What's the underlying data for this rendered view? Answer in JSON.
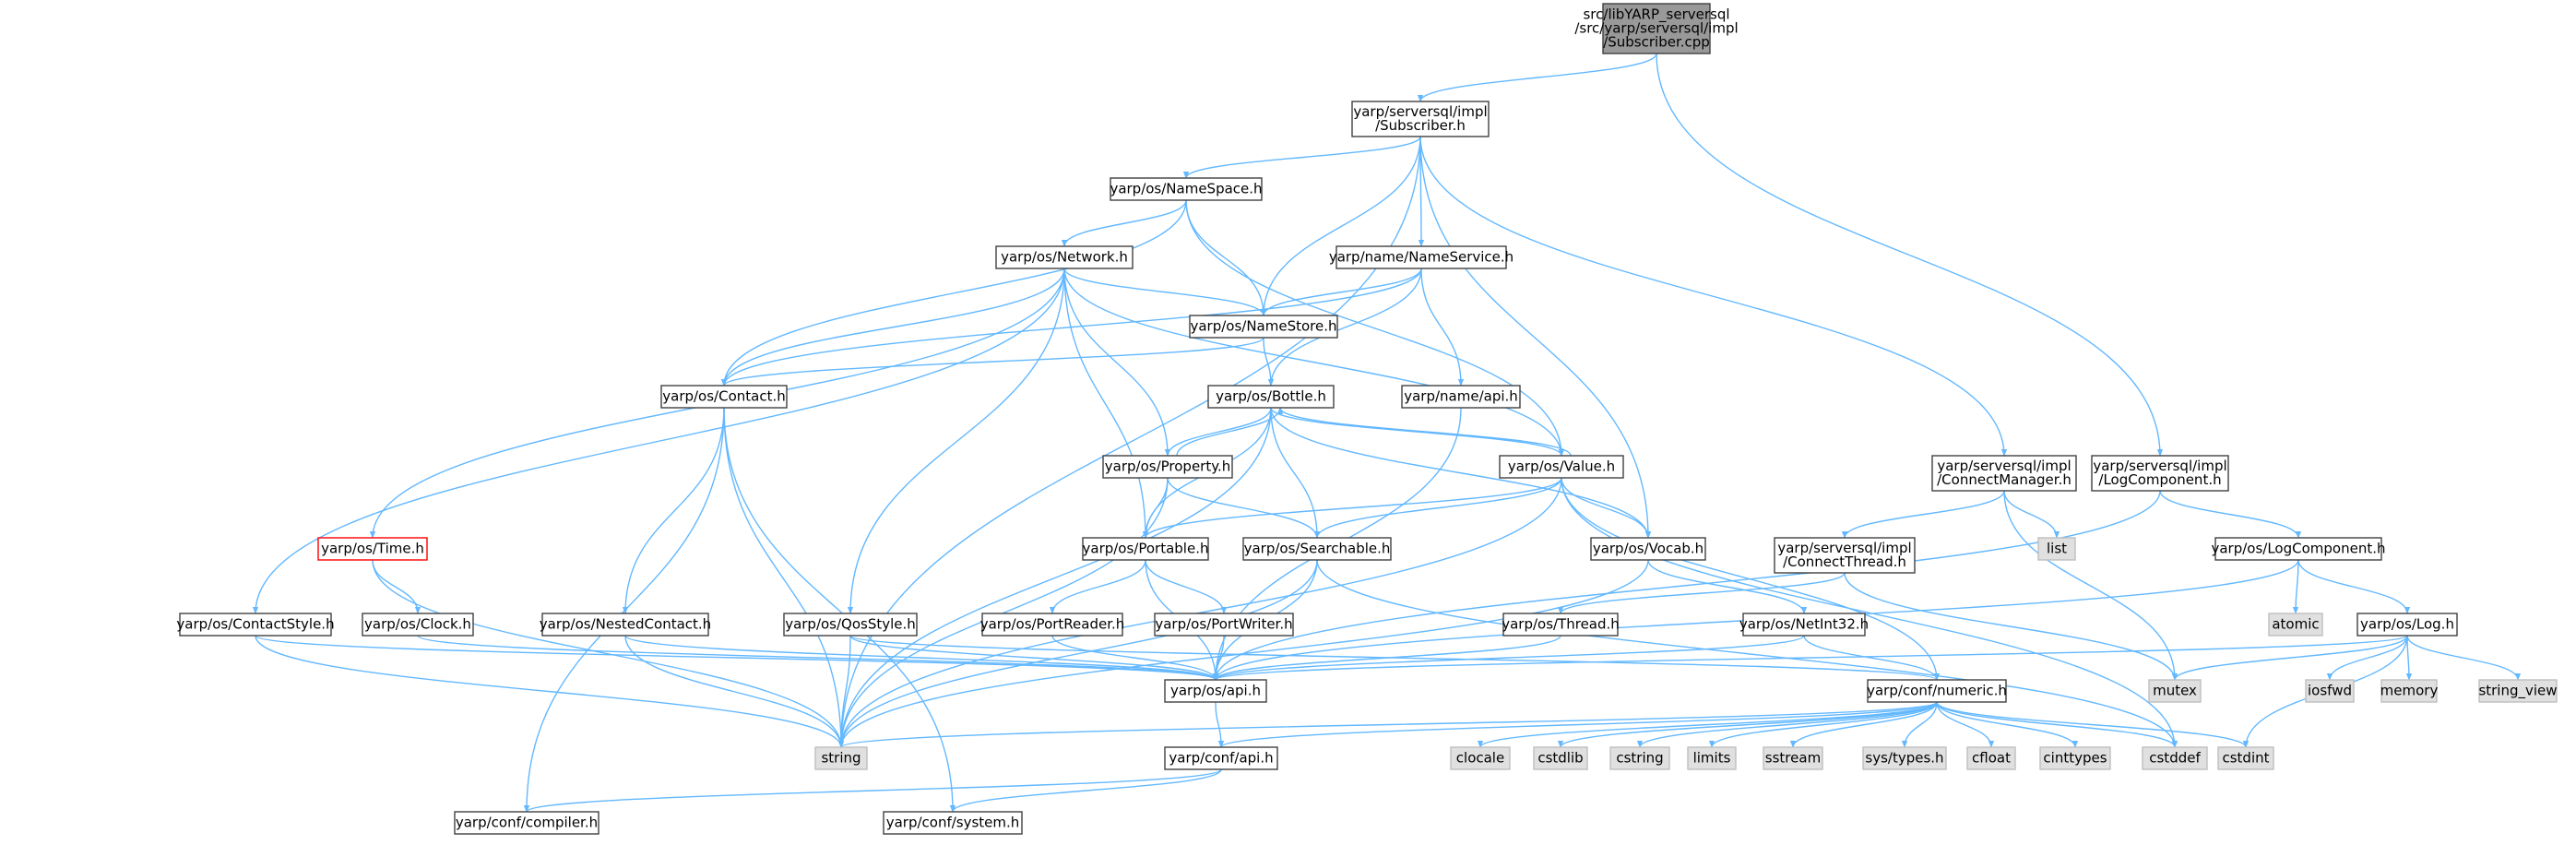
{
  "colors": {
    "edge": "#63b8ff",
    "node_border": "#404040",
    "node_fill": "#ffffff",
    "root_fill": "#999999",
    "system_fill": "#e0e0e0",
    "system_border": "#bfbfbf",
    "highlight_border": "#ff0000"
  },
  "nodes": [
    {
      "id": "root",
      "lines": [
        "src/libYARP_serversql",
        "/src/yarp/serversql/impl",
        "/Subscriber.cpp"
      ],
      "kind": "root"
    },
    {
      "id": "subscriber_h",
      "lines": [
        "yarp/serversql/impl",
        "/Subscriber.h"
      ],
      "kind": "file"
    },
    {
      "id": "namespace_h",
      "lines": [
        "yarp/os/NameSpace.h"
      ],
      "kind": "file"
    },
    {
      "id": "network_h",
      "lines": [
        "yarp/os/Network.h"
      ],
      "kind": "file"
    },
    {
      "id": "nameservice_h",
      "lines": [
        "yarp/name/NameService.h"
      ],
      "kind": "file"
    },
    {
      "id": "namestore_h",
      "lines": [
        "yarp/os/NameStore.h"
      ],
      "kind": "file"
    },
    {
      "id": "contact_h",
      "lines": [
        "yarp/os/Contact.h"
      ],
      "kind": "file"
    },
    {
      "id": "bottle_h",
      "lines": [
        "yarp/os/Bottle.h"
      ],
      "kind": "file"
    },
    {
      "id": "nameapi_h",
      "lines": [
        "yarp/name/api.h"
      ],
      "kind": "file"
    },
    {
      "id": "property_h",
      "lines": [
        "yarp/os/Property.h"
      ],
      "kind": "file"
    },
    {
      "id": "value_h",
      "lines": [
        "yarp/os/Value.h"
      ],
      "kind": "file"
    },
    {
      "id": "connectmanager_h",
      "lines": [
        "yarp/serversql/impl",
        "/ConnectManager.h"
      ],
      "kind": "file"
    },
    {
      "id": "logcomponent_impl_h",
      "lines": [
        "yarp/serversql/impl",
        "/LogComponent.h"
      ],
      "kind": "file"
    },
    {
      "id": "time_h",
      "lines": [
        "yarp/os/Time.h"
      ],
      "kind": "highlight"
    },
    {
      "id": "portable_h",
      "lines": [
        "yarp/os/Portable.h"
      ],
      "kind": "file"
    },
    {
      "id": "searchable_h",
      "lines": [
        "yarp/os/Searchable.h"
      ],
      "kind": "file"
    },
    {
      "id": "vocab_h",
      "lines": [
        "yarp/os/Vocab.h"
      ],
      "kind": "file"
    },
    {
      "id": "connectthread_h",
      "lines": [
        "yarp/serversql/impl",
        "/ConnectThread.h"
      ],
      "kind": "file"
    },
    {
      "id": "list",
      "lines": [
        "list"
      ],
      "kind": "system"
    },
    {
      "id": "logcomponent_h",
      "lines": [
        "yarp/os/LogComponent.h"
      ],
      "kind": "file"
    },
    {
      "id": "contactstyle_h",
      "lines": [
        "yarp/os/ContactStyle.h"
      ],
      "kind": "file"
    },
    {
      "id": "clock_h",
      "lines": [
        "yarp/os/Clock.h"
      ],
      "kind": "file"
    },
    {
      "id": "nestedcontact_h",
      "lines": [
        "yarp/os/NestedContact.h"
      ],
      "kind": "file"
    },
    {
      "id": "qosstyle_h",
      "lines": [
        "yarp/os/QosStyle.h"
      ],
      "kind": "file"
    },
    {
      "id": "portreader_h",
      "lines": [
        "yarp/os/PortReader.h"
      ],
      "kind": "file"
    },
    {
      "id": "portwriter_h",
      "lines": [
        "yarp/os/PortWriter.h"
      ],
      "kind": "file"
    },
    {
      "id": "thread_h",
      "lines": [
        "yarp/os/Thread.h"
      ],
      "kind": "file"
    },
    {
      "id": "netint32_h",
      "lines": [
        "yarp/os/NetInt32.h"
      ],
      "kind": "file"
    },
    {
      "id": "atomic",
      "lines": [
        "atomic"
      ],
      "kind": "system"
    },
    {
      "id": "log_h",
      "lines": [
        "yarp/os/Log.h"
      ],
      "kind": "file"
    },
    {
      "id": "osapi_h",
      "lines": [
        "yarp/os/api.h"
      ],
      "kind": "file"
    },
    {
      "id": "numeric_h",
      "lines": [
        "yarp/conf/numeric.h"
      ],
      "kind": "file"
    },
    {
      "id": "mutex",
      "lines": [
        "mutex"
      ],
      "kind": "system"
    },
    {
      "id": "iosfwd",
      "lines": [
        "iosfwd"
      ],
      "kind": "system"
    },
    {
      "id": "memory",
      "lines": [
        "memory"
      ],
      "kind": "system"
    },
    {
      "id": "string_view",
      "lines": [
        "string_view"
      ],
      "kind": "system"
    },
    {
      "id": "string",
      "lines": [
        "string"
      ],
      "kind": "system"
    },
    {
      "id": "confapi_h",
      "lines": [
        "yarp/conf/api.h"
      ],
      "kind": "file"
    },
    {
      "id": "clocale",
      "lines": [
        "clocale"
      ],
      "kind": "system"
    },
    {
      "id": "cstdlib",
      "lines": [
        "cstdlib"
      ],
      "kind": "system"
    },
    {
      "id": "cstring",
      "lines": [
        "cstring"
      ],
      "kind": "system"
    },
    {
      "id": "limits",
      "lines": [
        "limits"
      ],
      "kind": "system"
    },
    {
      "id": "sstream",
      "lines": [
        "sstream"
      ],
      "kind": "system"
    },
    {
      "id": "systypes_h",
      "lines": [
        "sys/types.h"
      ],
      "kind": "system"
    },
    {
      "id": "cfloat",
      "lines": [
        "cfloat"
      ],
      "kind": "system"
    },
    {
      "id": "cinttypes",
      "lines": [
        "cinttypes"
      ],
      "kind": "system"
    },
    {
      "id": "cstddef",
      "lines": [
        "cstddef"
      ],
      "kind": "system"
    },
    {
      "id": "cstdint",
      "lines": [
        "cstdint"
      ],
      "kind": "system"
    },
    {
      "id": "compiler_h",
      "lines": [
        "yarp/conf/compiler.h"
      ],
      "kind": "file"
    },
    {
      "id": "system_h",
      "lines": [
        "yarp/conf/system.h"
      ],
      "kind": "file"
    }
  ],
  "edges": [
    [
      "root",
      "subscriber_h"
    ],
    [
      "root",
      "logcomponent_impl_h"
    ],
    [
      "subscriber_h",
      "namespace_h"
    ],
    [
      "subscriber_h",
      "namestore_h"
    ],
    [
      "subscriber_h",
      "nameservice_h"
    ],
    [
      "subscriber_h",
      "connectmanager_h"
    ],
    [
      "subscriber_h",
      "vocab_h"
    ],
    [
      "subscriber_h",
      "string"
    ],
    [
      "namespace_h",
      "network_h"
    ],
    [
      "namespace_h",
      "namestore_h"
    ],
    [
      "namespace_h",
      "contact_h"
    ],
    [
      "namespace_h",
      "value_h"
    ],
    [
      "network_h",
      "namestore_h"
    ],
    [
      "network_h",
      "contact_h"
    ],
    [
      "network_h",
      "time_h"
    ],
    [
      "network_h",
      "contactstyle_h"
    ],
    [
      "network_h",
      "qosstyle_h"
    ],
    [
      "network_h",
      "portable_h"
    ],
    [
      "network_h",
      "property_h"
    ],
    [
      "network_h",
      "value_h"
    ],
    [
      "nameservice_h",
      "namestore_h"
    ],
    [
      "nameservice_h",
      "contact_h"
    ],
    [
      "nameservice_h",
      "bottle_h"
    ],
    [
      "nameservice_h",
      "nameapi_h"
    ],
    [
      "namestore_h",
      "contact_h"
    ],
    [
      "namestore_h",
      "bottle_h"
    ],
    [
      "contact_h",
      "nestedcontact_h"
    ],
    [
      "contact_h",
      "string"
    ],
    [
      "contact_h",
      "compiler_h"
    ],
    [
      "contact_h",
      "system_h"
    ],
    [
      "bottle_h",
      "property_h"
    ],
    [
      "bottle_h",
      "value_h"
    ],
    [
      "bottle_h",
      "portable_h"
    ],
    [
      "bottle_h",
      "searchable_h"
    ],
    [
      "bottle_h",
      "vocab_h"
    ],
    [
      "bottle_h",
      "string"
    ],
    [
      "property_h",
      "bottle_h"
    ],
    [
      "property_h",
      "portable_h"
    ],
    [
      "property_h",
      "searchable_h"
    ],
    [
      "property_h",
      "string"
    ],
    [
      "value_h",
      "bottle_h"
    ],
    [
      "value_h",
      "portable_h"
    ],
    [
      "value_h",
      "searchable_h"
    ],
    [
      "value_h",
      "vocab_h"
    ],
    [
      "value_h",
      "numeric_h"
    ],
    [
      "value_h",
      "string"
    ],
    [
      "value_h",
      "cstddef"
    ],
    [
      "nameapi_h",
      "osapi_h"
    ],
    [
      "connectmanager_h",
      "connectthread_h"
    ],
    [
      "connectmanager_h",
      "list"
    ],
    [
      "connectmanager_h",
      "mutex"
    ],
    [
      "logcomponent_impl_h",
      "logcomponent_h"
    ],
    [
      "logcomponent_impl_h",
      "osapi_h"
    ],
    [
      "time_h",
      "clock_h"
    ],
    [
      "time_h",
      "string"
    ],
    [
      "portable_h",
      "portreader_h"
    ],
    [
      "portable_h",
      "portwriter_h"
    ],
    [
      "portable_h",
      "osapi_h"
    ],
    [
      "searchable_h",
      "osapi_h"
    ],
    [
      "searchable_h",
      "string"
    ],
    [
      "searchable_h",
      "cstddef"
    ],
    [
      "vocab_h",
      "netint32_h"
    ],
    [
      "vocab_h",
      "string"
    ],
    [
      "connectthread_h",
      "thread_h"
    ],
    [
      "connectthread_h",
      "mutex"
    ],
    [
      "logcomponent_h",
      "atomic"
    ],
    [
      "logcomponent_h",
      "log_h"
    ],
    [
      "logcomponent_h",
      "osapi_h"
    ],
    [
      "contactstyle_h",
      "osapi_h"
    ],
    [
      "contactstyle_h",
      "string"
    ],
    [
      "clock_h",
      "osapi_h"
    ],
    [
      "nestedcontact_h",
      "osapi_h"
    ],
    [
      "nestedcontact_h",
      "string"
    ],
    [
      "qosstyle_h",
      "osapi_h"
    ],
    [
      "qosstyle_h",
      "numeric_h"
    ],
    [
      "qosstyle_h",
      "string"
    ],
    [
      "portreader_h",
      "osapi_h"
    ],
    [
      "portwriter_h",
      "osapi_h"
    ],
    [
      "thread_h",
      "osapi_h"
    ],
    [
      "netint32_h",
      "osapi_h"
    ],
    [
      "netint32_h",
      "numeric_h"
    ],
    [
      "log_h",
      "osapi_h"
    ],
    [
      "log_h",
      "mutex"
    ],
    [
      "log_h",
      "iosfwd"
    ],
    [
      "log_h",
      "memory"
    ],
    [
      "log_h",
      "string_view"
    ],
    [
      "log_h",
      "cstdint"
    ],
    [
      "osapi_h",
      "confapi_h"
    ],
    [
      "numeric_h",
      "confapi_h"
    ],
    [
      "numeric_h",
      "string"
    ],
    [
      "numeric_h",
      "clocale"
    ],
    [
      "numeric_h",
      "cstdlib"
    ],
    [
      "numeric_h",
      "cstring"
    ],
    [
      "numeric_h",
      "limits"
    ],
    [
      "numeric_h",
      "sstream"
    ],
    [
      "numeric_h",
      "systypes_h"
    ],
    [
      "numeric_h",
      "cfloat"
    ],
    [
      "numeric_h",
      "cinttypes"
    ],
    [
      "numeric_h",
      "cstddef"
    ],
    [
      "numeric_h",
      "cstdint"
    ],
    [
      "confapi_h",
      "compiler_h"
    ],
    [
      "confapi_h",
      "system_h"
    ]
  ]
}
